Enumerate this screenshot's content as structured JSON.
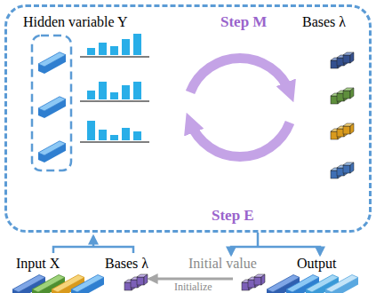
{
  "diagram": {
    "nodes": [
      {
        "text": [
          "Hidden variable Y",
          "Step M",
          "Step E",
          "Bases λ"
        ]
      }
    ],
    "labels": [
      "Input X",
      "Bases λ",
      "Initial value",
      "Output",
      "Initialize"
    ]
  }
}
